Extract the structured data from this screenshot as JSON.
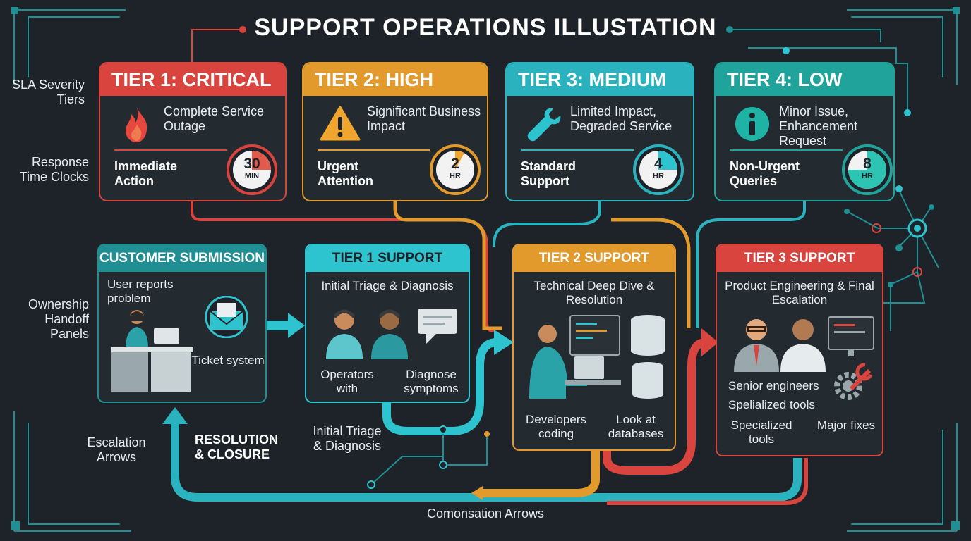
{
  "title": "SUPPORT OPERATIONS ILLUSTATION",
  "side_labels": {
    "sla": "SLA Severity Tiers",
    "response": "Response Time Clocks",
    "ownership": "Ownership Handoff Panels",
    "escalation": "Escalation Arrows"
  },
  "tiers": [
    {
      "label": "TIER 1: CRITICAL",
      "desc": "Complete Service Outage",
      "action": "Immediate Action",
      "clock_value": "30",
      "clock_unit": "MIN",
      "color": "#d9443f",
      "icon": "fire-icon"
    },
    {
      "label": "TIER 2: HIGH",
      "desc": "Significant Business Impact",
      "action": "Urgent Attention",
      "clock_value": "2",
      "clock_unit": "HR",
      "color": "#e39a2d",
      "icon": "warning-icon"
    },
    {
      "label": "TIER 3: MEDIUM",
      "desc": "Limited Impact, Degraded Service",
      "action": "Standard Support",
      "clock_value": "4",
      "clock_unit": "HR",
      "color": "#2ab3be",
      "icon": "wrench-icon"
    },
    {
      "label": "TIER 4: LOW",
      "desc": "Minor Issue, Enhancement Request",
      "action": "Non-Urgent Queries",
      "clock_value": "8",
      "clock_unit": "HR",
      "color": "#1fa39a",
      "icon": "info-icon"
    }
  ],
  "panels": {
    "customer": {
      "title": "CUSTOMER SUBMISSION",
      "text1": "User reports problem",
      "text2": "Ticket system",
      "color": "#1f8f94"
    },
    "tier1": {
      "title": "TIER 1 SUPPORT",
      "subtitle": "Initial Triage & Diagnosis",
      "text1": "Operators with",
      "text2": "Diagnose symptoms",
      "color": "#2ec4cf"
    },
    "tier2": {
      "title": "TIER 2 SUPPORT",
      "subtitle": "Technical Deep Dive & Resolution",
      "text1": "Developers coding",
      "text2": "Look at databases",
      "color": "#e39a2d"
    },
    "tier3": {
      "title": "TIER 3 SUPPORT",
      "subtitle": "Product Engineering & Final Escalation",
      "text1": "Senior engineers",
      "text2": "Spelialized tools",
      "text3": "Specialized tools",
      "text4": "Major fixes",
      "color": "#d9443f"
    }
  },
  "flow_labels": {
    "resolution": "RESOLUTION & CLOSURE",
    "triage": "Initial Triage & Diagnosis",
    "compensation": "Comonsation Arrows"
  }
}
